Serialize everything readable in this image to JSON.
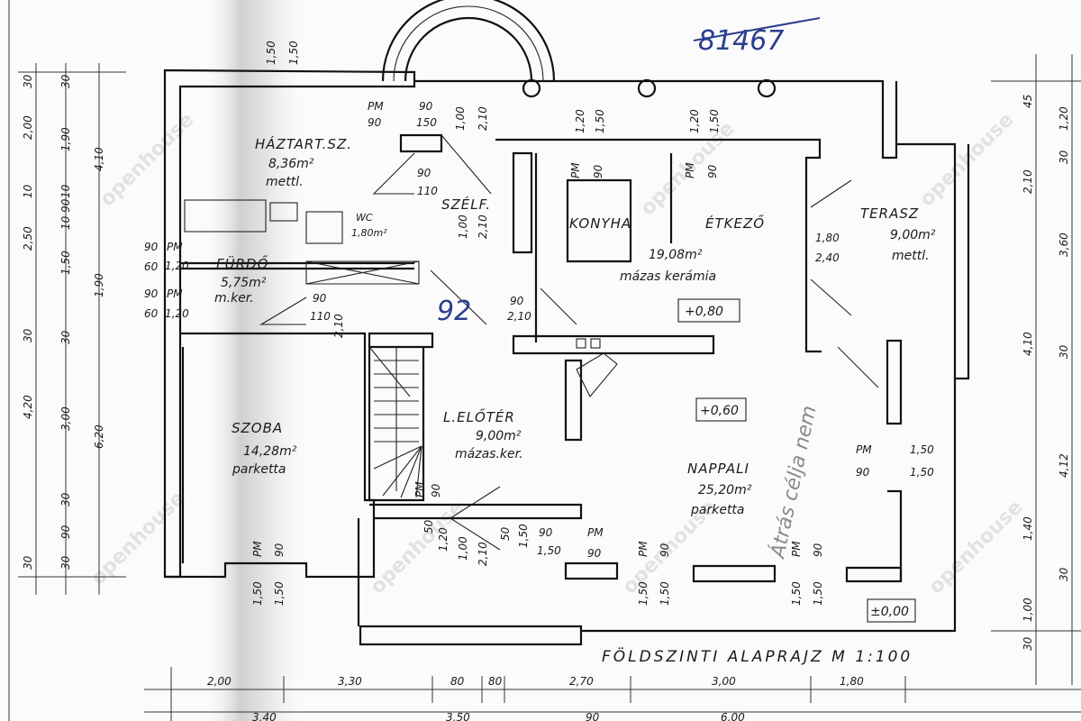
{
  "title": "FÖLDSZINTI ALAPRAJZ M 1:100",
  "handwritten": {
    "code": "81467",
    "note": "92",
    "pencil": "Átrás célja nem"
  },
  "watermark": "openhouse",
  "rooms": [
    {
      "name": "HÁZTART.SZ.",
      "area": "8,36m²",
      "floor": "mettl."
    },
    {
      "name": "FÜRDŐ",
      "area": "5,75m²",
      "floor": "m.ker."
    },
    {
      "name": "WC",
      "area": "1,80m²"
    },
    {
      "name": "SZÉLF."
    },
    {
      "name": "KONYHA"
    },
    {
      "name": "ÉTKEZŐ",
      "area": "19,08m²",
      "floor": "mázas kerámia"
    },
    {
      "name": "TERASZ",
      "area": "9,00m²",
      "floor": "mettl."
    },
    {
      "name": "SZOBA",
      "area": "14,28m²",
      "floor": "parketta"
    },
    {
      "name": "L.ELŐTÉR",
      "area": "9,00m²",
      "floor": "mázas.ker."
    },
    {
      "name": "NAPPALI",
      "area": "25,20m²",
      "floor": "parketta"
    }
  ],
  "levels": [
    "+0,80",
    "+0,60",
    "±0,00"
  ],
  "openings": [
    "1,50",
    "1,50",
    "PM",
    "90",
    "90",
    "150",
    "1,00",
    "2,10",
    "1,20",
    "1,50",
    "1,20",
    "1,50",
    "PM",
    "90",
    "PM",
    "90",
    "90",
    "110",
    "1,00",
    "2,10",
    "90",
    "2,10",
    "90",
    "110",
    "2,10",
    "1,80",
    "2,40",
    "PM",
    "1,50",
    "90",
    "1,50",
    "PM",
    "90",
    "PM",
    "90",
    "1,50",
    "1,50",
    "PM",
    "90",
    "1,50",
    "1,50",
    "PM",
    "90",
    "1,50",
    "1,50",
    "50",
    "1,20",
    "1,00",
    "2,10",
    "50",
    "1,50",
    "90",
    "1,50",
    "PM",
    "90",
    "PM",
    "1,20",
    "PM",
    "1,20"
  ],
  "dims_left": [
    "30",
    "2,00",
    "10",
    "2,50",
    "30",
    "4,20",
    "30",
    "30",
    "1,90",
    "10",
    "10 90",
    "1,50",
    "30",
    "3,00",
    "30",
    "90",
    "30",
    "4,10",
    "1,90",
    "6,20",
    "90",
    "60",
    "90",
    "60"
  ],
  "dims_right": [
    "45",
    "2,10",
    "4,10",
    "1,40",
    "1,00",
    "30",
    "1,20",
    "30",
    "3,60",
    "30",
    "4,12",
    "30"
  ],
  "dims_bottom": [
    "2,00",
    "3,30",
    "80",
    "80",
    "2,70",
    "3,00",
    "1,80",
    "3,40",
    "3,50",
    "90",
    "6,00"
  ]
}
